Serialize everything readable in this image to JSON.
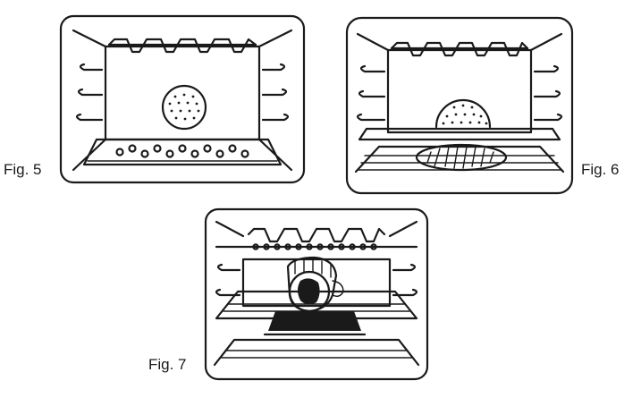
{
  "figures": [
    {
      "label": "Fig. 5"
    },
    {
      "label": "Fig. 6"
    },
    {
      "label": "Fig. 7"
    }
  ]
}
